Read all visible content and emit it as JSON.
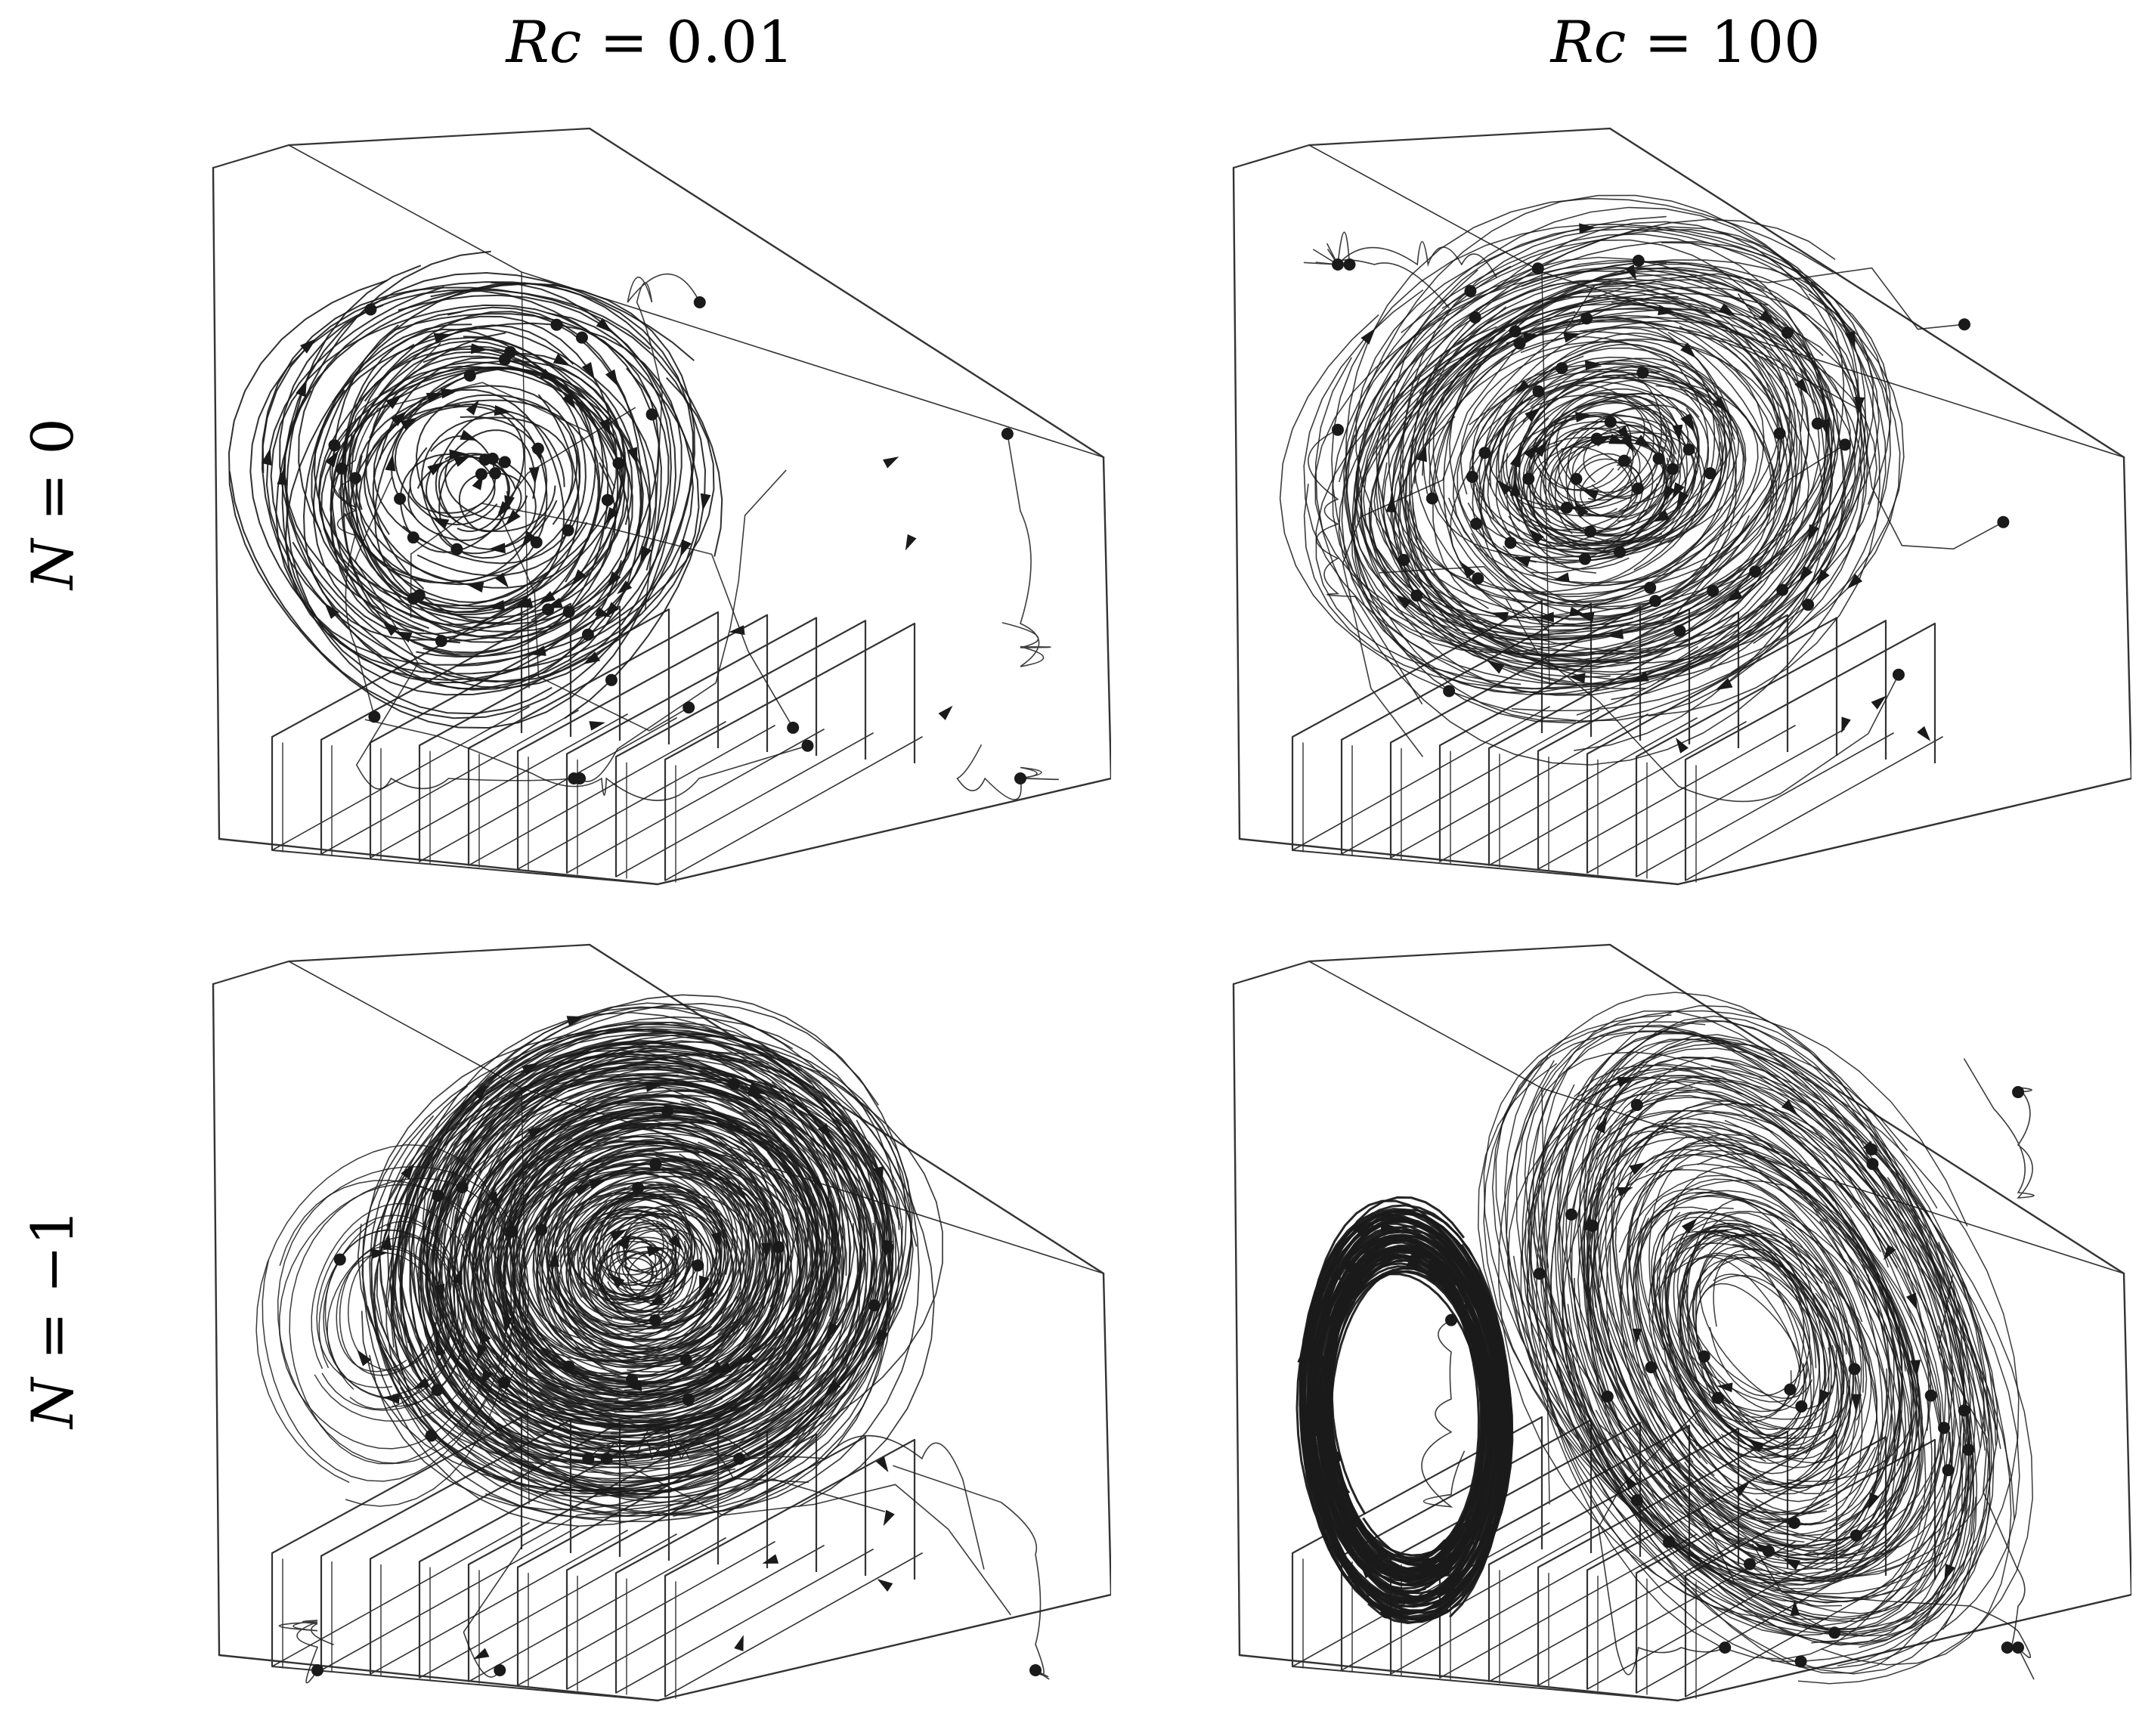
{
  "figure": {
    "columns": [
      {
        "param": "Rc",
        "eq": " = ",
        "value": "0.01"
      },
      {
        "param": "Rc",
        "eq": " = ",
        "value": "100"
      }
    ],
    "rows": [
      {
        "param": "N",
        "eq": " = ",
        "value": "0"
      },
      {
        "param": "N",
        "eq": " = ",
        "value": "−1"
      }
    ]
  },
  "colors": {
    "stroke": "#1a1a1a",
    "box": "#333333",
    "background": "#ffffff"
  },
  "panels": [
    {
      "row": 0,
      "col": 0,
      "pattern": "single-vortex-sparse"
    },
    {
      "row": 0,
      "col": 1,
      "pattern": "single-vortex-dense"
    },
    {
      "row": 1,
      "col": 0,
      "pattern": "single-vortex-very-dense"
    },
    {
      "row": 1,
      "col": 1,
      "pattern": "ring-and-tilted-vortex"
    }
  ]
}
